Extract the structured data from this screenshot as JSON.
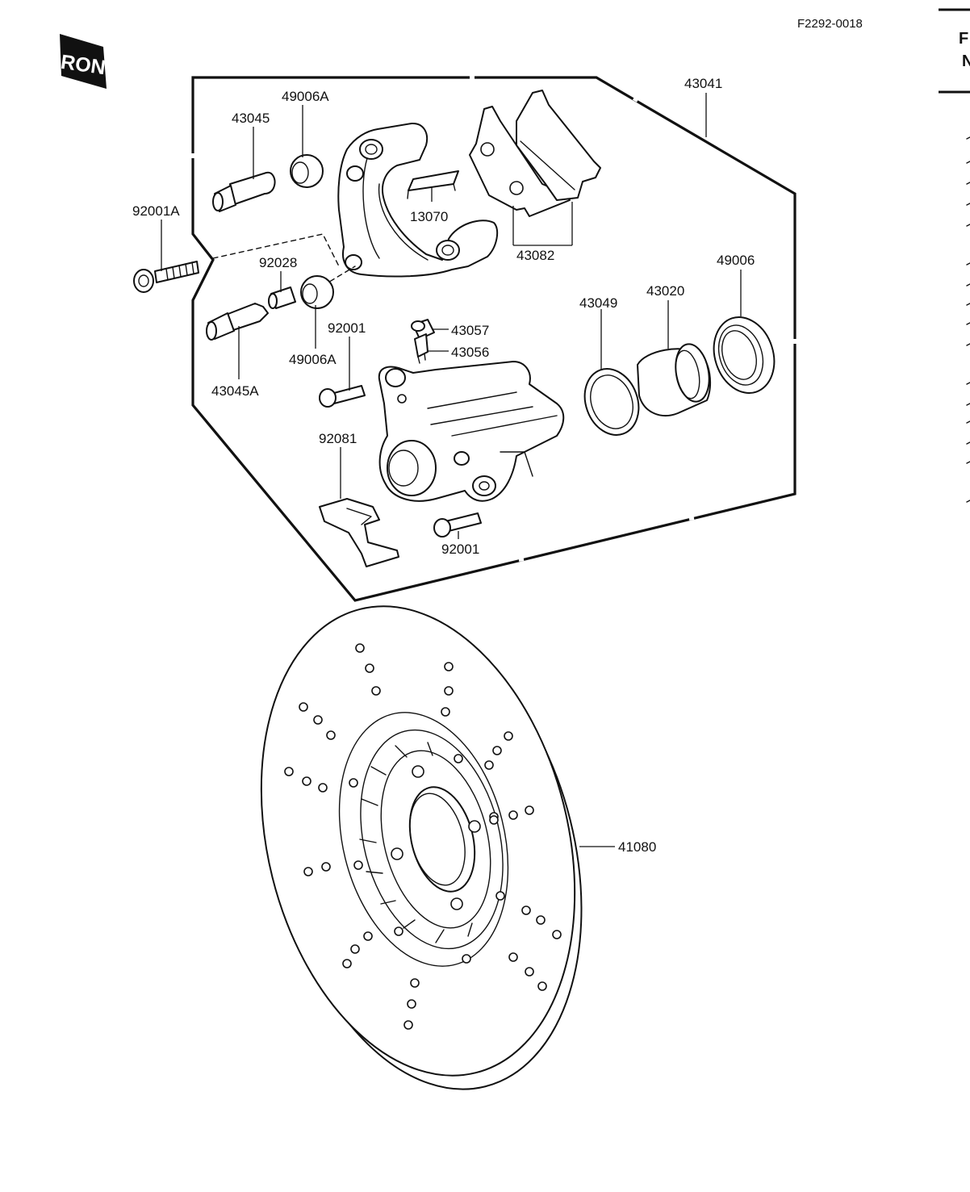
{
  "doc": {
    "figure_code": "F2292-0018",
    "front_badge": "RONT"
  },
  "edge": {
    "letters": [
      "F",
      "N"
    ]
  },
  "labels": {
    "p43041": "43041",
    "p49006A_top": "49006A",
    "p43045": "43045",
    "p92001A": "92001A",
    "p13070": "13070",
    "p43082": "43082",
    "p49006": "49006",
    "p92028": "92028",
    "p43020": "43020",
    "p43049": "43049",
    "p92001_top": "92001",
    "p43057": "43057",
    "p43056": "43056",
    "p49006A_bottom": "49006A",
    "p43045A": "43045A",
    "p92081": "92081",
    "p92001_bottom": "92001",
    "p41080": "41080"
  }
}
